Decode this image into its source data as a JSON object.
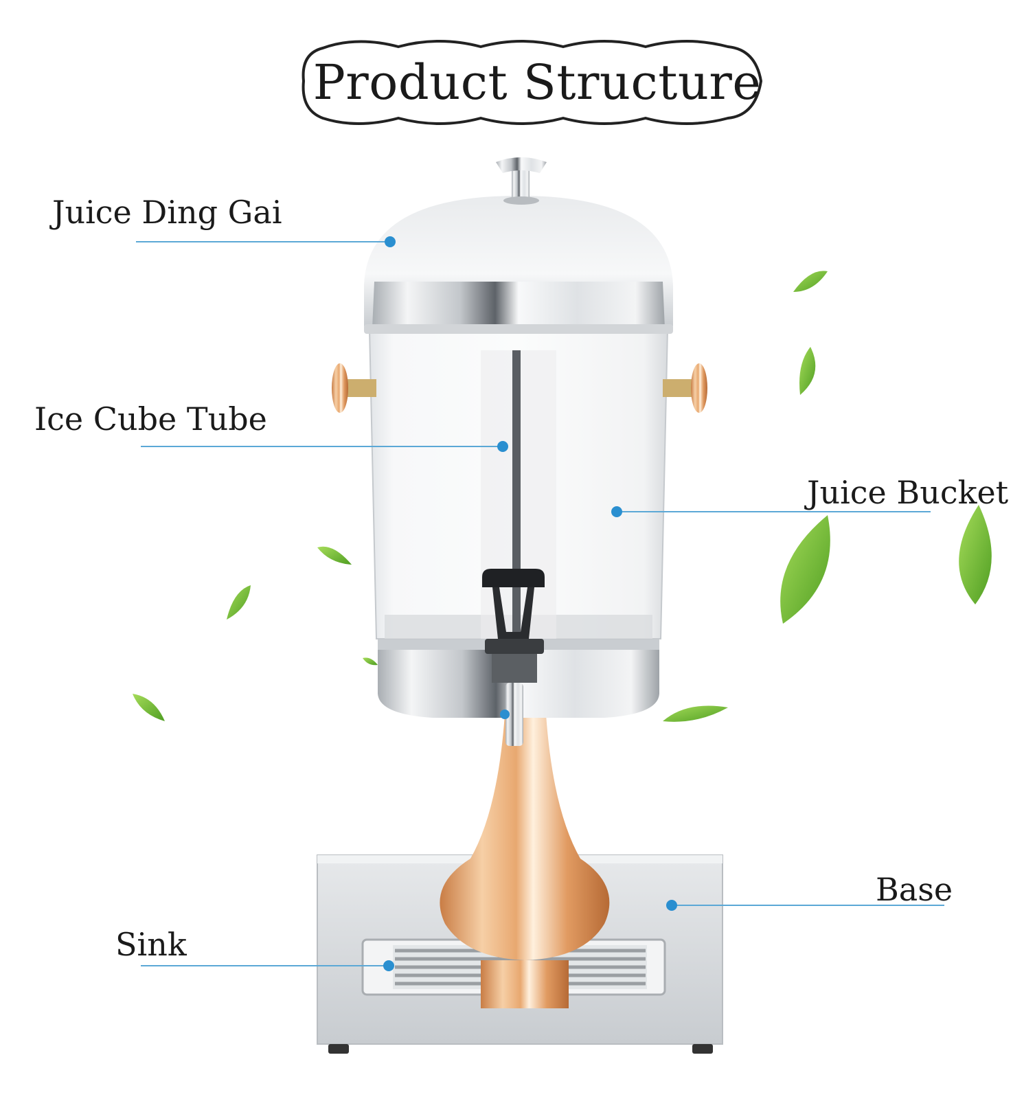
{
  "title": "Product Structure",
  "labels": {
    "juice_ding_gai": "Juice Ding Gai",
    "ice_cube_tube": "Ice Cube Tube",
    "juice_bucket": "Juice Bucket",
    "base": "Base",
    "sink": "Sink"
  },
  "colors": {
    "leader_line": "#5ba8d6",
    "leader_dot": "#2a8fd0",
    "steel": "#d9dcdf",
    "gold": "#e3a874",
    "leaf": "#7bc23a",
    "text": "#1a1a1a"
  },
  "icons": [
    "leaf-icon",
    "dispenser-illustration"
  ]
}
